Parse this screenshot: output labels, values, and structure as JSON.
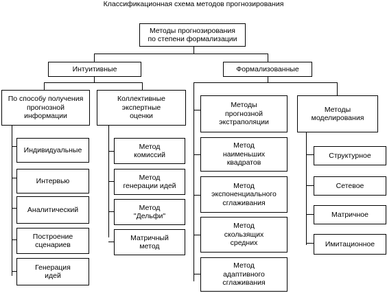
{
  "title": "Классификационная схема методов прогнозирования",
  "root": "Методы прогнозирования\nпо степени формализации",
  "intuitive": {
    "label": "Интуитивные",
    "groups": [
      {
        "label": "По способу получения\nпрогнозной\nинформации",
        "items": [
          "Индивидуальные",
          "Интервью",
          "Аналитический",
          "Построение\nсценариев",
          "Генерация\nидей"
        ]
      },
      {
        "label": "Коллективные\nэкспертные\nоценки",
        "items": [
          "Метод\nкомиссий",
          "Метод\nгенерации идей",
          "Метод\n\"Дельфи\"",
          "Матричный\nметод"
        ]
      }
    ]
  },
  "formal": {
    "label": "Формализованные",
    "groups": [
      {
        "label": "Методы\nпрогнозной\nэкстраполяции",
        "items": [
          "Метод\nнаименьших\nквадратов",
          "Метод\nэкспоненциального\nсглаживания",
          "Метод\nскользящих\nсредних",
          "Метод\nадаптивного\nсглаживания"
        ]
      },
      {
        "label": "Методы\nмоделирования",
        "items": [
          "Структурное",
          "Сетевое",
          "Матричное",
          "Имитационное"
        ]
      }
    ]
  }
}
